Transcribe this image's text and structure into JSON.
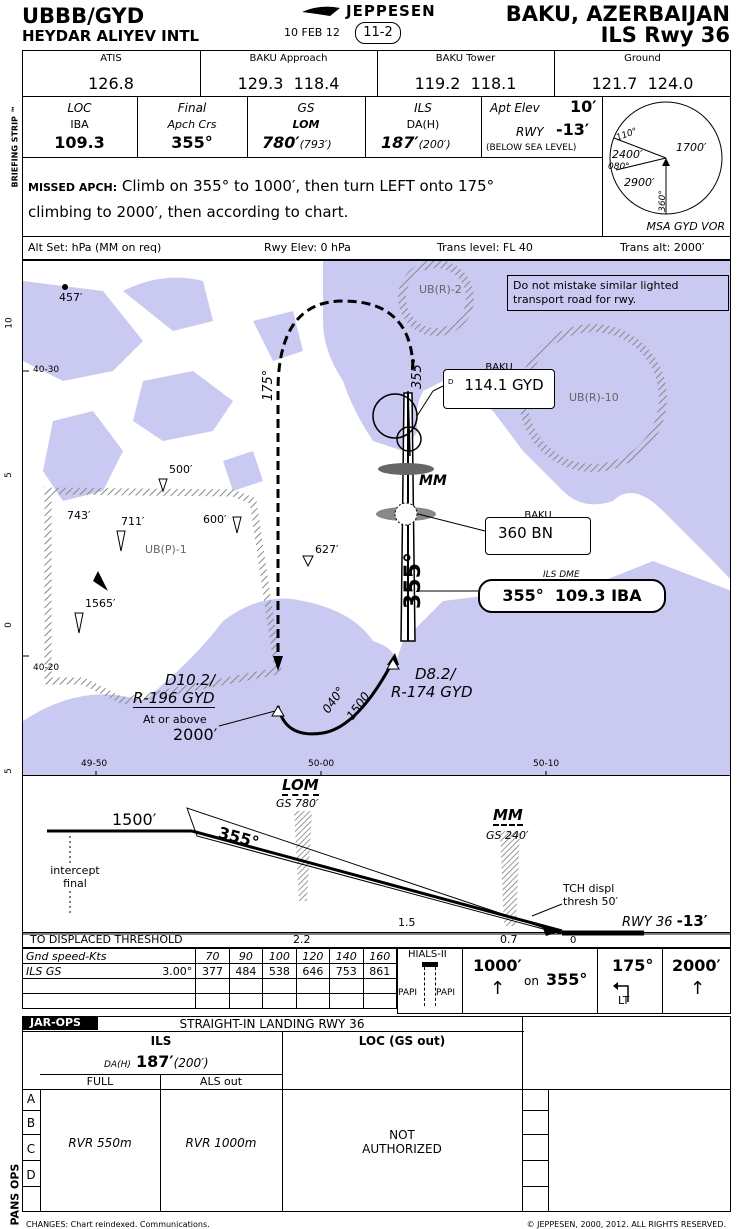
{
  "header": {
    "icao": "UBBB/GYD",
    "airport": "HEYDAR ALIYEV INTL",
    "date": "10 FEB 12",
    "chart_no": "11-2",
    "brand": "JEPPESEN",
    "city": "BAKU, AZERBAIJAN",
    "procedure": "ILS Rwy 36",
    "side_label": "BRIEFING STRIP ™"
  },
  "comms": [
    {
      "label": "ATIS",
      "freq": "126.8"
    },
    {
      "label": "BAKU Approach",
      "freq": "129.3  118.4"
    },
    {
      "label": "BAKU Tower",
      "freq": "119.2  118.1"
    },
    {
      "label": "Ground",
      "freq": "121.7  124.0"
    }
  ],
  "briefing": {
    "loc_label": "LOC",
    "loc_id": "IBA",
    "loc_freq": "109.3",
    "fac_label1": "Final",
    "fac_label2": "Apch Crs",
    "fac": "355°",
    "gs_label": "GS",
    "gs_fix": "LOM",
    "gs_alt": "780′",
    "gs_hat": "(793′)",
    "ils_label": "ILS",
    "da_label": "DA(H)",
    "da": "187′",
    "da_h": "(200′)",
    "apt_elev_label": "Apt Elev",
    "apt_elev": "10′",
    "rwy_label": "RWY",
    "rwy_elev": "-13′",
    "below_sea": "(BELOW SEA LEVEL)"
  },
  "msa": {
    "label": "MSA GYD VOR",
    "alts": [
      "1700′",
      "2400′",
      "2900′"
    ],
    "bearings": [
      "110°",
      "080°",
      "360°"
    ]
  },
  "missed": {
    "label": "MISSED APCH:",
    "text1": "Climb on 355° to 1000′, then turn LEFT onto 175°",
    "text2": "climbing to 2000′, then according to chart."
  },
  "altset": {
    "alt_set": "Alt Set: hPa (MM on req)",
    "rwy_elev": "Rwy Elev: 0 hPa",
    "trans_level": "Trans level: FL 40",
    "trans_alt": "Trans alt: 2000′"
  },
  "plan": {
    "note": "Do not mistake similar lighted transport road for rwy.",
    "restricted": [
      "UB(R)-2",
      "UB(R)-10",
      "UB(P)-1"
    ],
    "vor_name": "BAKU",
    "vor_freq": "114.1 GYD",
    "ndb_name": "BAKU",
    "ndb_freq": "360 BN",
    "ils_dme_label": "ILS DME",
    "ils_box": "355°  109.3 IBA",
    "mm_label": "MM",
    "final_course": "355°",
    "ma_course_out": "355°",
    "ma_course_back": "175°",
    "d10_1": "D10.2/",
    "d10_2": "R-196 GYD",
    "at_or_above": "At or above",
    "alt_2000": "2000′",
    "d8_1": "D8.2/",
    "d8_2": "R-174 GYD",
    "leg_crs": "040°",
    "leg_alt": "1500",
    "obstacles": [
      "457′",
      "500′",
      "743′",
      "711′",
      "600′",
      "627′",
      "1565′"
    ],
    "lat_ticks": [
      "10",
      "5",
      "0",
      "5"
    ],
    "lat_labels": [
      "40-30",
      "40-20"
    ],
    "lon_labels": [
      "49-50",
      "50-00",
      "50-10"
    ]
  },
  "profile": {
    "lom": "LOM",
    "gs_780": "GS 780′",
    "mm": "MM",
    "gs_240": "GS 240′",
    "alt_1500": "1500′",
    "crs": "355°",
    "intercept": "intercept",
    "final": "final",
    "tch1": "TCH displ",
    "tch2": "thresh 50′",
    "rwy": "RWY 36",
    "rwy_elev": "-13′",
    "to_thr": "TO DISPLACED THRESHOLD",
    "dist": [
      "2.2",
      "1.5",
      "0.7",
      "0"
    ]
  },
  "speed_table": {
    "header_label": "Gnd speed-Kts",
    "speeds": [
      "70",
      "90",
      "100",
      "120",
      "140",
      "160"
    ],
    "row_label": "ILS GS",
    "row_angle": "3.00°",
    "row_values": [
      "377",
      "484",
      "538",
      "646",
      "753",
      "861"
    ]
  },
  "lights": {
    "hials": "HIALS-II",
    "papi": "PAPI"
  },
  "ma_icons": {
    "alt1": "1000′",
    "on": "on",
    "crs1": "355°",
    "crs2": "175°",
    "lt": "LT",
    "alt2": "2000′"
  },
  "minima": {
    "ops_label": "JAR-OPS",
    "title": "STRAIGHT-IN LANDING RWY 36",
    "ils": "ILS",
    "da_label": "DA(H)",
    "da": "187′",
    "da_h": "(200′)",
    "loc_gs_out": "LOC (GS out)",
    "full": "FULL",
    "als_out": "ALS out",
    "cats": [
      "A",
      "B",
      "C",
      "D"
    ],
    "rvr_full": "RVR 550m",
    "rvr_als": "RVR 1000m",
    "loc_text1": "NOT",
    "loc_text2": "AUTHORIZED",
    "pans_ops": "PANS OPS"
  },
  "footer": {
    "changes": "CHANGES: Chart reindexed. Communications.",
    "copyright": "© JEPPESEN, 2000, 2012. ALL RIGHTS RESERVED."
  },
  "colors": {
    "water": "#c9c9f2",
    "restricted": "#999999"
  }
}
